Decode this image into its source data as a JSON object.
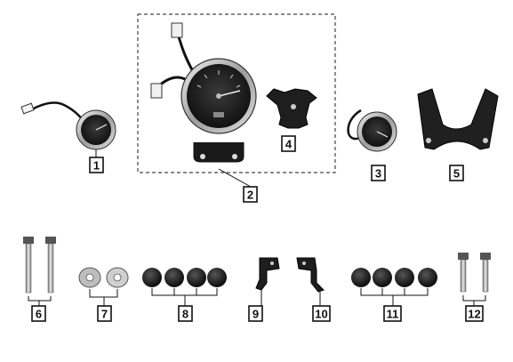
{
  "callouts": {
    "c1": "1",
    "c2": "2",
    "c3": "3",
    "c4": "4",
    "c5": "5",
    "c6": "6",
    "c7": "7",
    "c8": "8",
    "c9": "9",
    "c10": "10",
    "c11": "11",
    "c12": "12"
  },
  "parts": {
    "part1": "small-gauge",
    "part2": "speedometer-assembly",
    "part3": "small-gauge",
    "part4": "mounting-plate",
    "part5": "bracket",
    "part6": "bolts",
    "part7": "washers",
    "part8": "rubber-grommets",
    "part9": "bracket-left",
    "part10": "bracket-right",
    "part11": "rubber-grommets",
    "part12": "bolts"
  },
  "colors": {
    "stroke": "#111111",
    "dial": "#1c1c1c",
    "chrome": "#c8c8c8",
    "rubber": "#2a2a2a",
    "metal": "#9a9a9a"
  }
}
